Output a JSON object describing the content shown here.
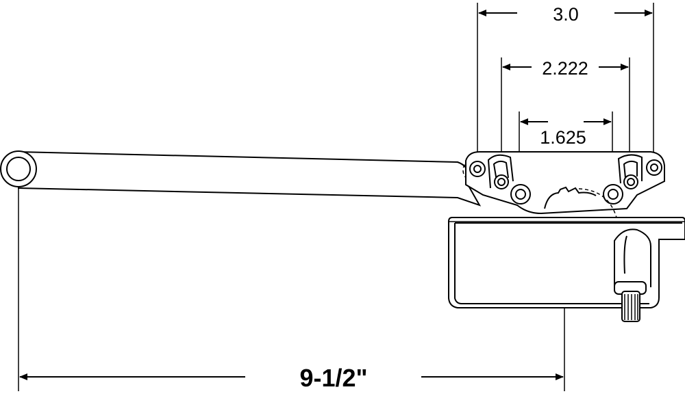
{
  "dimensions": {
    "top": "3.0",
    "middle": "2.222",
    "inner": "1.625",
    "overall": "9-1/2\""
  }
}
